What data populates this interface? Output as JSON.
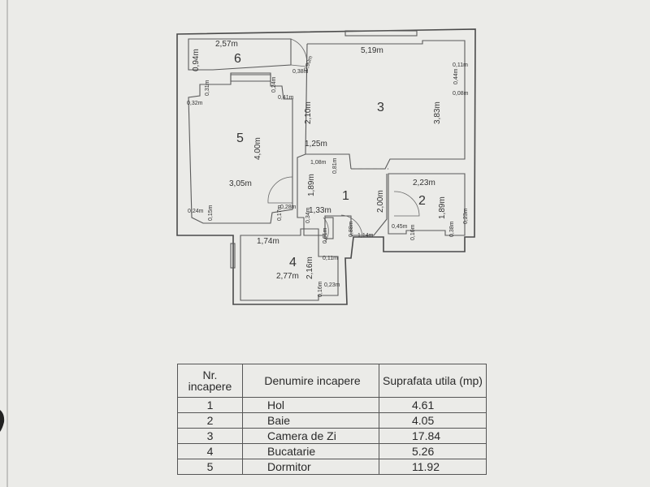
{
  "rooms": [
    {
      "nr": "1",
      "name": "Hol",
      "area": "4.61"
    },
    {
      "nr": "2",
      "name": "Baie",
      "area": "4.05"
    },
    {
      "nr": "3",
      "name": "Camera de Zi",
      "area": "17.84"
    },
    {
      "nr": "4",
      "name": "Bucatarie",
      "area": "5.26"
    },
    {
      "nr": "5",
      "name": "Dormitor",
      "area": "11.92"
    }
  ],
  "labels": {
    "r6": "6"
  },
  "dims": {
    "d1": "2,57m",
    "d2": "0,94m",
    "d3": "5,19m",
    "d4": "0,90m",
    "d5": "0,38m",
    "d6": "0,11m",
    "d7": "0,44m",
    "d8": "0,08m",
    "d9": "3,83m",
    "d10": "2,10m",
    "d11": "0,31m",
    "d12": "0,32m",
    "d13": "0,24m",
    "d14": "0,41m",
    "d15": "4,00m",
    "d16": "3,05m",
    "d17": "1,25m",
    "d18": "1,08m",
    "d19": "0,81m",
    "d20": "1,89m",
    "d21": "0,28m",
    "d22": "0,24m",
    "d23": "0,15m",
    "d24": "0,17m",
    "d25": "1,33m",
    "d26": "0,34m",
    "d27": "2,00m",
    "d28": "2,23m",
    "d29": "1,89m",
    "d30": "0,23m",
    "d31": "0,45m",
    "d32": "0,38m",
    "d33": "0,16m",
    "d34": "1,74m",
    "d35": "0,61m",
    "d36": "0,88m",
    "d37": "1,14m",
    "d38": "2,16m",
    "d39": "0,11m",
    "d40": "2,77m",
    "d41": "0,16m",
    "d42": "0,23m"
  },
  "legend": {
    "h_nr": "Nr. incapere",
    "h_name": "Denumire incapere",
    "h_area": "Suprafata utila (mp)"
  }
}
